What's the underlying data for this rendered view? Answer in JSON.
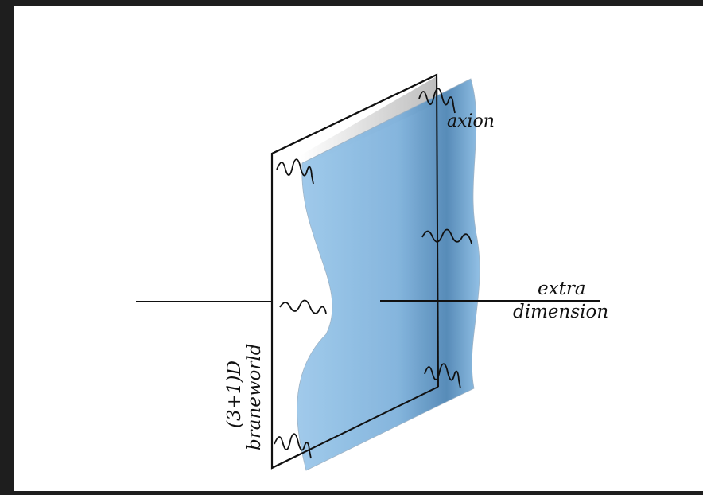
{
  "labels": {
    "axion": "axion",
    "extra_line1": "extra",
    "extra_line2": "dimension",
    "brane_line1": "(3+1)D",
    "brane_line2": "braneworld"
  },
  "colors": {
    "background_outer": "#1e1e1e",
    "canvas": "#ffffff",
    "blue_sheet": "#86b8e0",
    "blue_sheet_dark": "#4f86b5",
    "line": "#111111"
  }
}
